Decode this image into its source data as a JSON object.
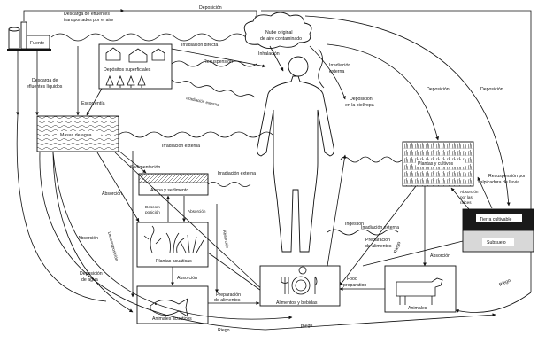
{
  "nodes": {
    "source": "Fuente",
    "cloud": [
      "Nube original",
      "de aire contaminado"
    ],
    "surface": "Depósitos superficiales",
    "water": "Masas de agua",
    "sediment": "Arena y sedimento",
    "aqplants": "Plantas acuáticas",
    "aqanimals": "Animales acuáticos",
    "food": "Alimentos y bebidas",
    "plants": "Plantas y cultivos",
    "soil": "Tierra cultivable",
    "subsoil": "Subsuelo",
    "animals": "Animales"
  },
  "labels": {
    "discharge_air": [
      "Descarga de efluentes",
      "transportados por el aire"
    ],
    "deposition_top": "Deposición",
    "direct_irr": "Irradiación directa",
    "inhalation": "Inhalación",
    "resuspension": "Resuspensión",
    "ext_irr_top": [
      "Irradiación",
      "externa"
    ],
    "skin_dep": [
      "Deposición",
      "en la piel/ropa"
    ],
    "liquid_discharge": [
      "Descarga de",
      "efluentes líquidos"
    ],
    "runoff": "Escorrentía",
    "ext_irr_mid": "Irradiación externa",
    "ext_irr_diag": "Irradiación externa",
    "ext_irr_sed": "Irradiación externa",
    "sedimentation": "Sedimentación",
    "absorption_1": "Absorción",
    "absorption_2": "Absorción",
    "absorption_3": "Absorción",
    "absorption_4": "Absorción",
    "absorption_5": "Absorción",
    "decomposition": [
      "Descom-",
      "posición"
    ],
    "decomposition_diag": "Descomposición",
    "water_dep": [
      "Deposición",
      "de agua"
    ],
    "irrigation": "Riego",
    "ingestion": "Ingestión",
    "ext_irr_plants": "Irradiación externa",
    "food_prep_1": [
      "Preparación",
      "de alimentos"
    ],
    "food_prep_2": [
      "Preparación",
      "de alimentos"
    ],
    "food_prep_3": [
      "Food",
      "preparation"
    ],
    "deposition_r1": "Deposición",
    "deposition_r2": "Deposición",
    "resusp_rain": [
      "Resuspensión por",
      "salpicadura de lluvia"
    ],
    "root_abs": [
      "Absorción",
      "por las",
      "raíces"
    ],
    "irrigation_r": "Riego",
    "irrigation_b": "Riego",
    "irrigation_br": "Riego"
  }
}
